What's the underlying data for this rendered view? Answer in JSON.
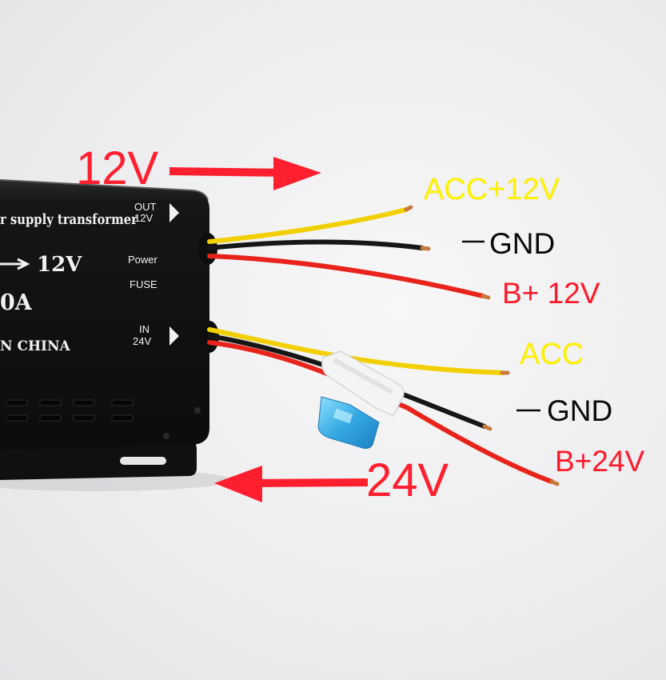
{
  "annotations": {
    "output_voltage": "12V",
    "input_voltage": "24V",
    "out_acc": "ACC+12V",
    "out_gnd": "GND",
    "out_bplus": "B+ 12V",
    "in_acc": "ACC",
    "in_gnd": "GND",
    "in_bplus": "B+24V"
  },
  "device": {
    "title_fragment": "r supply transformer",
    "rating_fragment": "12V",
    "current_fragment": "0A",
    "origin_fragment": "N CHINA",
    "out_label": "OUT",
    "out_voltage": "12V",
    "power_label": "Power",
    "fuse_label": "FUSE",
    "in_label": "IN",
    "in_voltage": "24V"
  },
  "colors": {
    "arrow_red": "#ff1f2e",
    "acc_yellow": "#fff200",
    "wire_red": "#e8231b",
    "wire_yellow": "#f2d000",
    "wire_black": "#161616",
    "device_body": "#141414",
    "fuse_blue": "#3fb3e8"
  }
}
